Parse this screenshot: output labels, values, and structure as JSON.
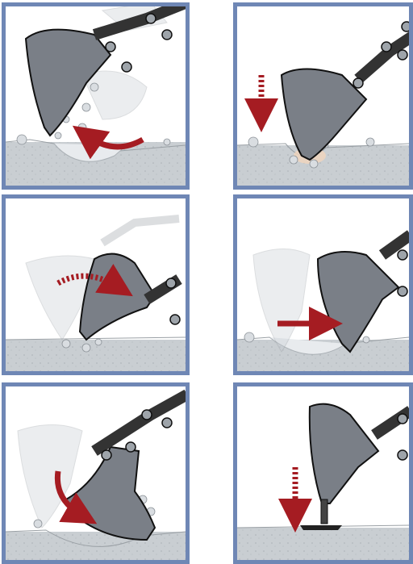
{
  "figure": {
    "panel_count": 6,
    "colors": {
      "frame": "#6f87b5",
      "bucket": "#7a7f87",
      "bucket_ghost": "#d6dbe0",
      "ground": "#c9ced2",
      "arrow": "#a51c22"
    },
    "panels": [
      {
        "id": 1,
        "arrow": "solid-curved-left",
        "icon": "bucket-curl-icon"
      },
      {
        "id": 2,
        "arrow": "dashed-down",
        "icon": "bucket-drop-icon"
      },
      {
        "id": 3,
        "arrow": "dashed-curved-right",
        "icon": "bucket-swing-icon"
      },
      {
        "id": 4,
        "arrow": "solid-right",
        "icon": "bucket-push-icon"
      },
      {
        "id": 5,
        "arrow": "solid-curved-down",
        "icon": "bucket-scoop-icon"
      },
      {
        "id": 6,
        "arrow": "dashed-down",
        "icon": "bucket-tamp-icon"
      }
    ]
  }
}
